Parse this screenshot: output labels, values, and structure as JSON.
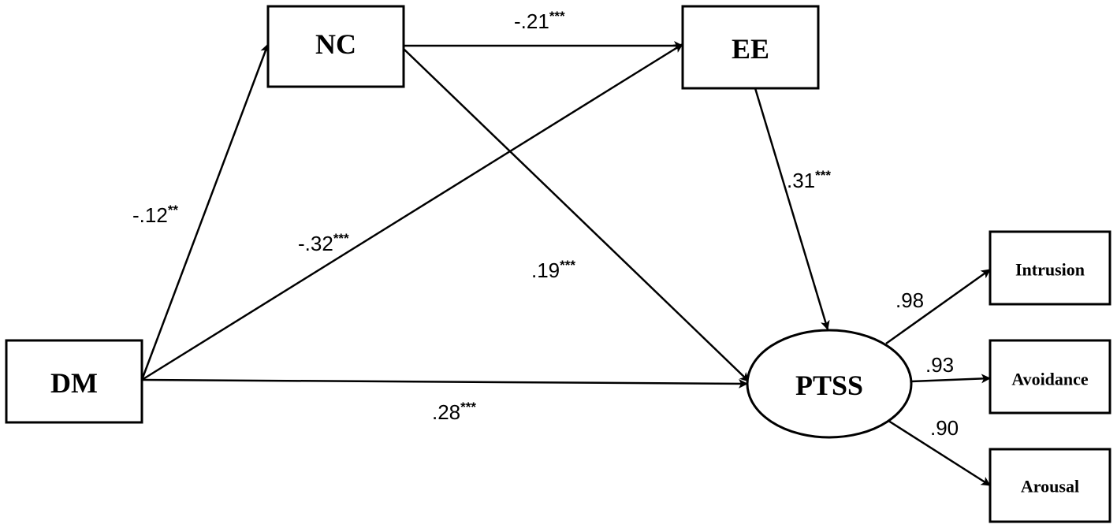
{
  "nodes": {
    "dm": "DM",
    "nc": "NC",
    "ee": "EE",
    "ptss": "PTSS",
    "intrusion": "Intrusion",
    "avoidance": "Avoidance",
    "arousal": "Arousal"
  },
  "paths": {
    "dm_nc": {
      "value": "-.12",
      "stars": "**"
    },
    "nc_ee": {
      "value": "-.21",
      "stars": "***"
    },
    "dm_ee": {
      "value": "-.32",
      "stars": "***"
    },
    "nc_ptss": {
      "value": ".19",
      "stars": "***"
    },
    "ee_ptss": {
      "value": ".31",
      "stars": "***"
    },
    "dm_ptss": {
      "value": ".28",
      "stars": "***"
    },
    "ptss_intrusion": {
      "value": ".98"
    },
    "ptss_avoidance": {
      "value": ".93"
    },
    "ptss_arousal": {
      "value": ".90"
    }
  }
}
